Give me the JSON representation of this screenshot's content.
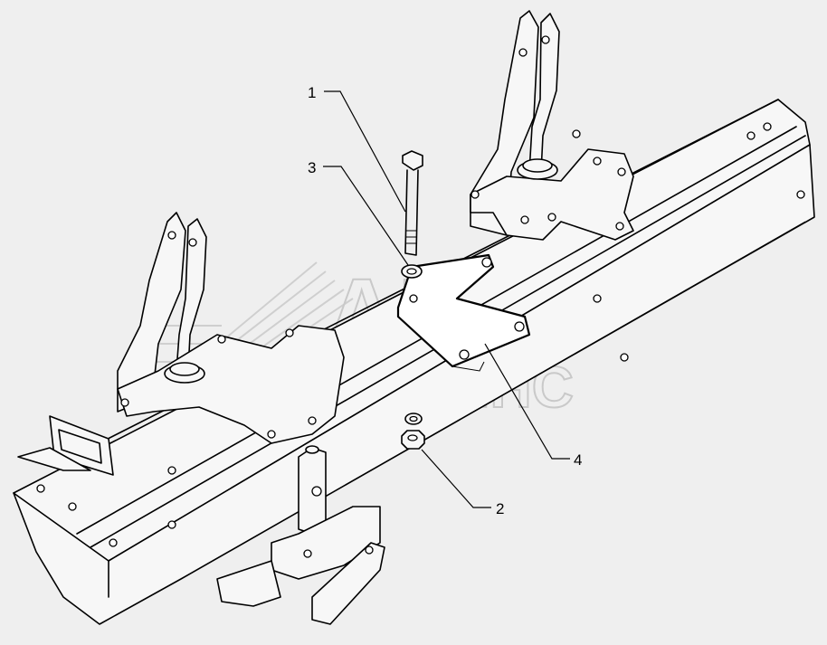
{
  "callouts": [
    {
      "id": "1",
      "label": "1"
    },
    {
      "id": "2",
      "label": "2"
    },
    {
      "id": "3",
      "label": "3"
    },
    {
      "id": "4",
      "label": "4"
    }
  ],
  "watermark": {
    "line1": "АВТО",
    "line2": "АЛЬЯНС"
  },
  "colors": {
    "background": "#efefef",
    "line": "#000000",
    "watermark": "#c9c9c9"
  }
}
